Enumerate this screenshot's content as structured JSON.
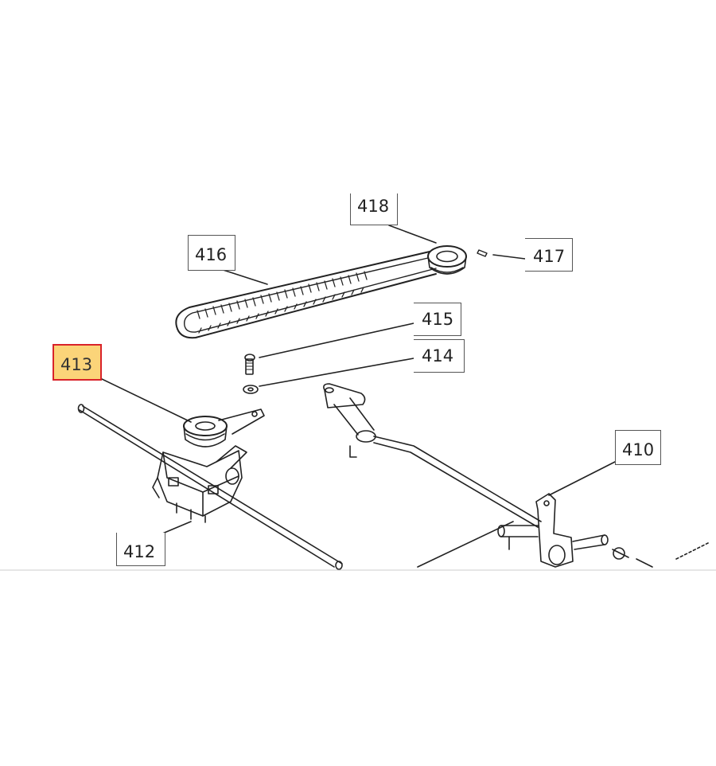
{
  "colors": {
    "line": "#222222",
    "highlight_fill": "#fbd479",
    "highlight_border": "#d9232a"
  },
  "callouts": [
    {
      "id": "418",
      "label": "418"
    },
    {
      "id": "416",
      "label": "416"
    },
    {
      "id": "417",
      "label": "417"
    },
    {
      "id": "415",
      "label": "415"
    },
    {
      "id": "414",
      "label": "414"
    },
    {
      "id": "413",
      "label": "413",
      "selected": true
    },
    {
      "id": "410",
      "label": "410"
    },
    {
      "id": "412",
      "label": "412"
    }
  ]
}
